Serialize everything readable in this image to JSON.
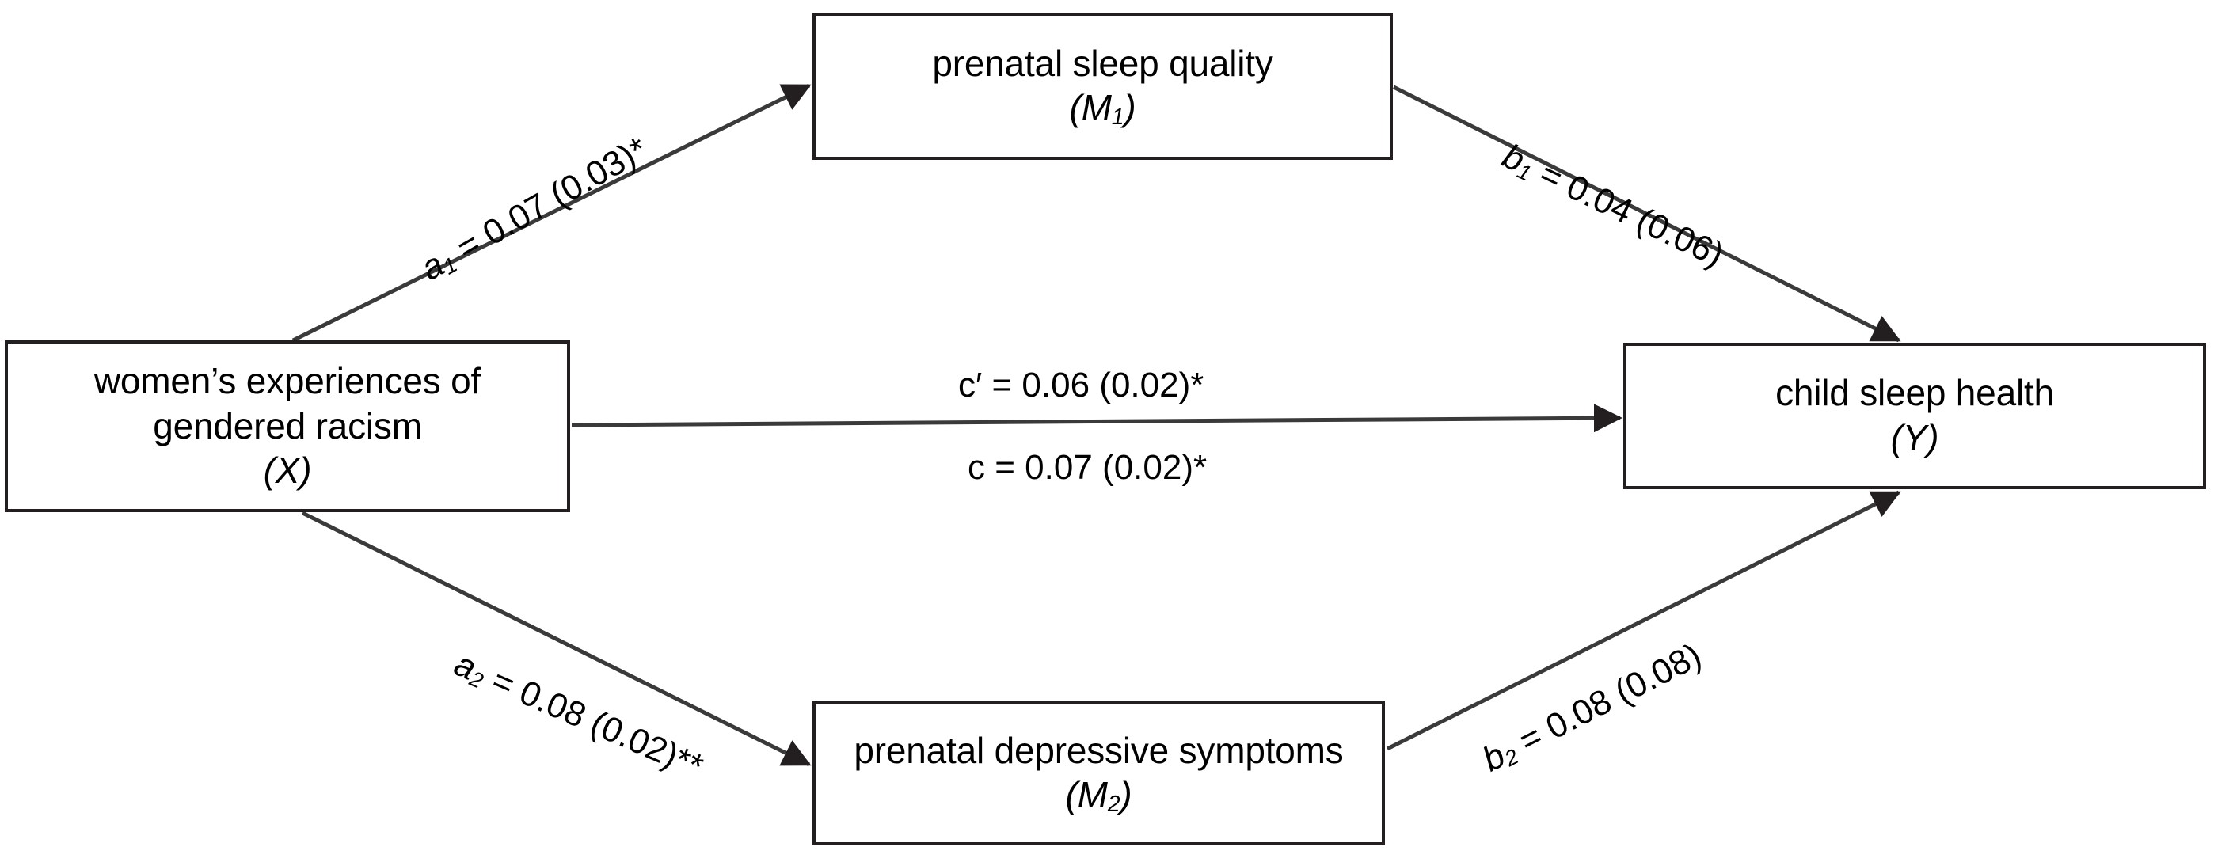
{
  "diagram": {
    "type": "mediation-path-diagram",
    "nodes": [
      {
        "id": "X",
        "name": "predictor-box",
        "label_line1": "women’s experiences of",
        "label_line2": "gendered racism",
        "symbol": "(X)",
        "symbol_base": "X",
        "symbol_sub": ""
      },
      {
        "id": "M1",
        "name": "mediator-1-box",
        "label_line1": "prenatal sleep quality",
        "label_line2": "",
        "symbol": "(M1)",
        "symbol_base": "M",
        "symbol_sub": "1"
      },
      {
        "id": "M2",
        "name": "mediator-2-box",
        "label_line1": "prenatal depressive symptoms",
        "label_line2": "",
        "symbol": "(M2)",
        "symbol_base": "M",
        "symbol_sub": "2"
      },
      {
        "id": "Y",
        "name": "outcome-box",
        "label_line1": "child sleep health",
        "label_line2": "",
        "symbol": "(Y)",
        "symbol_base": "Y",
        "symbol_sub": ""
      }
    ],
    "paths": [
      {
        "id": "a1",
        "from": "X",
        "to": "M1",
        "coef_name": "a",
        "coef_sub": "1",
        "estimate": "0.07",
        "se": "(0.03)",
        "stars": "*",
        "full_label": "a1 = 0.07 (0.03)*"
      },
      {
        "id": "b1",
        "from": "M1",
        "to": "Y",
        "coef_name": "b",
        "coef_sub": "1",
        "estimate": "0.04",
        "se": "(0.06)",
        "stars": "",
        "full_label": "b1 = 0.04 (0.06)"
      },
      {
        "id": "cprime",
        "from": "X",
        "to": "Y",
        "coef_name": "c′",
        "coef_sub": "",
        "estimate": "0.06",
        "se": "(0.02)",
        "stars": "*",
        "full_label": "c′ = 0.06 (0.02)*"
      },
      {
        "id": "c",
        "from": "X",
        "to": "Y",
        "coef_name": "c",
        "coef_sub": "",
        "estimate": "0.07",
        "se": "(0.02)",
        "stars": "*",
        "full_label": "c = 0.07 (0.02)*"
      },
      {
        "id": "a2",
        "from": "X",
        "to": "M2",
        "coef_name": "a",
        "coef_sub": "2",
        "estimate": "0.08",
        "se": "(0.02)",
        "stars": "**",
        "full_label": "a2 = 0.08 (0.02)**"
      },
      {
        "id": "b2",
        "from": "M2",
        "to": "Y",
        "coef_name": "b",
        "coef_sub": "2",
        "estimate": "0.08",
        "se": "(0.08)",
        "stars": "",
        "full_label": "b2 = 0.08 (0.08)"
      }
    ],
    "colors": {
      "stroke": "#231f20",
      "line": "#3a3a3a",
      "background": "#ffffff",
      "text": "#000000"
    },
    "symbols": {
      "equals": "=",
      "open_paren": "(",
      "close_paren": ")"
    }
  }
}
